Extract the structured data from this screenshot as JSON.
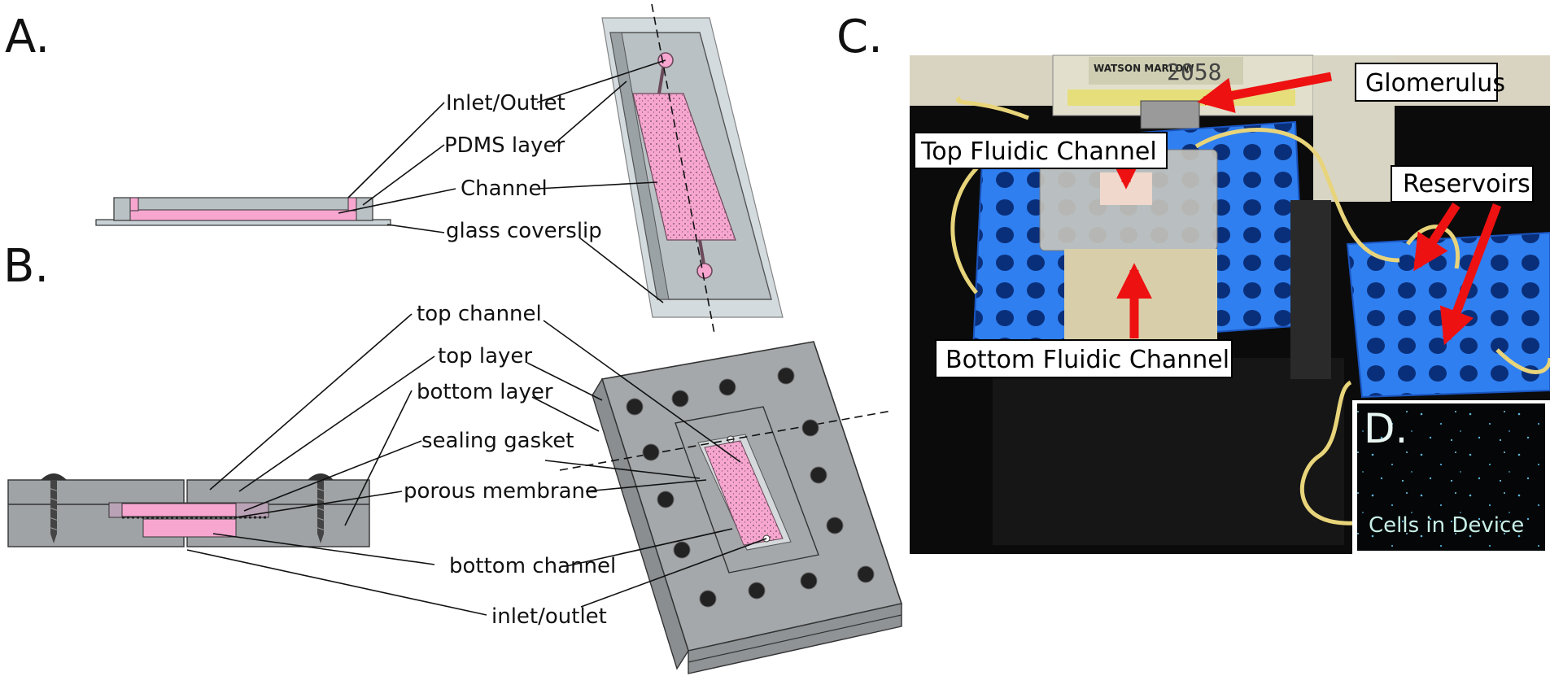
{
  "panels": {
    "a": "A.",
    "b": "B.",
    "c": "C.",
    "d": "D."
  },
  "panel_a": {
    "labels": {
      "inlet_outlet": "Inlet/Outlet",
      "pdms_layer": "PDMS layer",
      "channel": "Channel",
      "glass_coverslip": "glass coverslip"
    }
  },
  "panel_b": {
    "labels": {
      "top_channel": "top channel",
      "top_layer": "top layer",
      "bottom_layer": "bottom layer",
      "sealing_gasket": "sealing gasket",
      "porous_membrane": "porous membrane",
      "bottom_channel": "bottom channel",
      "inlet_outlet": "inlet/outlet"
    }
  },
  "panel_c": {
    "device_brand": "WATSON MARLOW",
    "device_model": "2058",
    "callouts": {
      "glomerulus": "Glomerulus",
      "top_fluidic_channel": "Top Fluidic Channel",
      "reservoirs": "Reservoirs",
      "bottom_fluidic_channel": "Bottom Fluidic Channel"
    }
  },
  "panel_d": {
    "caption": "Cells in Device"
  },
  "colors": {
    "channel_pink": "#f7a6d0",
    "pdms_gray": "#b9c1c4",
    "device_gray": "#9fa3a6",
    "rack_blue": "#2f7ff0",
    "arrow_red": "#ee1111",
    "tubing_yellow": "#e8d47a",
    "inset_text": "#c8f0e8"
  }
}
